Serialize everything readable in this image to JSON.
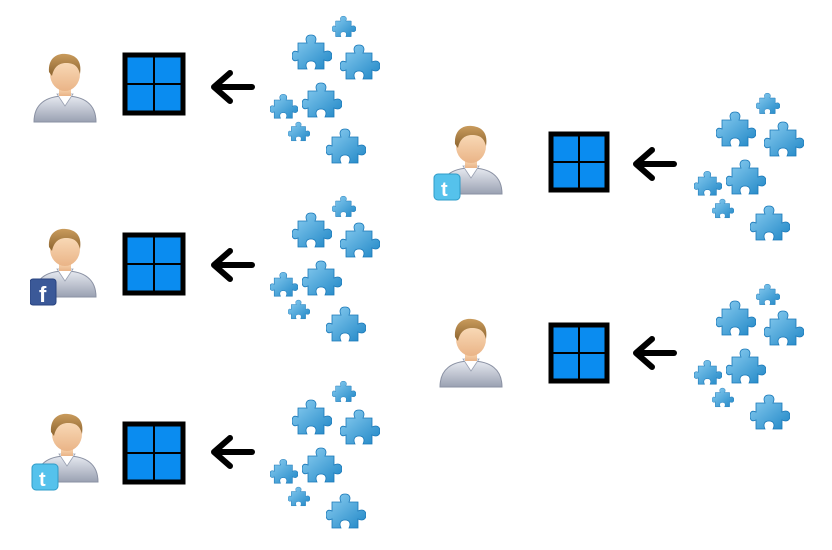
{
  "rows": [
    {
      "id": "row-1",
      "badge": null
    },
    {
      "id": "row-2",
      "badge": "facebook"
    },
    {
      "id": "row-3",
      "badge": "twitter"
    },
    {
      "id": "row-4",
      "badge": "twitter"
    },
    {
      "id": "row-5",
      "badge": null
    }
  ],
  "badges": {
    "facebook": {
      "glyph": "f",
      "color": "#3b5998"
    },
    "twitter": {
      "glyph": "t",
      "color": "#55c2ec"
    }
  },
  "colors": {
    "window_fill": "#0a8cf0",
    "window_border": "#000000",
    "arrow": "#000000",
    "puzzle": "#3aa0d8",
    "user_shirt": "#b9bfcc",
    "user_skin": "#f6cfa4",
    "user_hair": "#b0834a"
  }
}
